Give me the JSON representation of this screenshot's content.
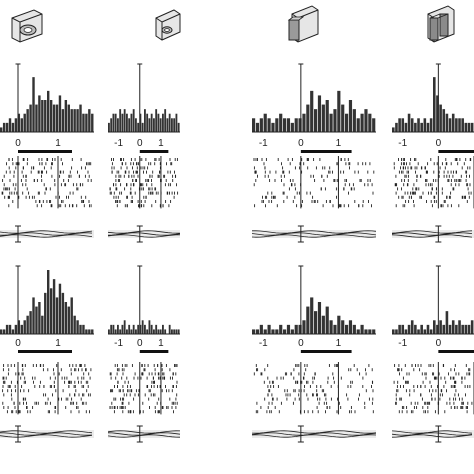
{
  "figure": {
    "objects": [
      {
        "icon": "ring-plate-object-icon"
      },
      {
        "icon": "small-ring-plate-object-icon"
      },
      {
        "icon": "box-plate-object-icon"
      },
      {
        "icon": "cylinder-frame-object-icon"
      }
    ]
  },
  "chart_data": [
    {
      "type": "bar",
      "row": 1,
      "column": 1,
      "x_ticks": [
        "0",
        "1"
      ],
      "xlim": [
        -0.45,
        1.9
      ],
      "values": [
        1,
        2,
        2,
        3,
        2,
        3,
        4,
        3,
        4,
        5,
        6,
        12,
        6,
        8,
        7,
        7,
        9,
        7,
        6,
        6,
        8,
        5,
        7,
        6,
        5,
        5,
        5,
        6,
        4,
        4,
        5,
        4
      ]
    },
    {
      "type": "bar",
      "row": 1,
      "column": 2,
      "x_ticks": [
        "-1",
        "0",
        "1"
      ],
      "xlim": [
        -1.5,
        1.9
      ],
      "values": [
        2,
        3,
        4,
        4,
        3,
        5,
        4,
        5,
        4,
        3,
        4,
        5,
        3,
        2,
        4,
        2,
        5,
        4,
        3,
        4,
        3,
        5,
        4,
        3,
        4,
        5,
        3,
        4,
        3,
        3,
        4,
        2
      ]
    },
    {
      "type": "bar",
      "row": 1,
      "column": 3,
      "x_ticks": [
        "-1",
        "0",
        "1"
      ],
      "xlim": [
        -1.3,
        2.0
      ],
      "values": [
        3,
        2,
        3,
        4,
        3,
        2,
        3,
        4,
        3,
        3,
        2,
        3,
        3,
        4,
        6,
        9,
        5,
        8,
        6,
        7,
        4,
        5,
        9,
        6,
        4,
        7,
        5,
        3,
        4,
        5,
        4,
        3
      ]
    },
    {
      "type": "bar",
      "row": 1,
      "column": 4,
      "x_ticks": [
        "-1",
        "0"
      ],
      "xlim": [
        -1.3,
        1.0
      ],
      "values": [
        1,
        2,
        3,
        3,
        2,
        4,
        3,
        2,
        3,
        2,
        3,
        2,
        3,
        12,
        8,
        6,
        5,
        4,
        3,
        4,
        3,
        3,
        3,
        2,
        2,
        2
      ]
    },
    {
      "type": "bar",
      "row": 2,
      "column": 1,
      "x_ticks": [
        "0",
        "1"
      ],
      "xlim": [
        -0.45,
        1.9
      ],
      "values": [
        1,
        1,
        2,
        2,
        1,
        2,
        3,
        2,
        3,
        4,
        5,
        8,
        6,
        7,
        4,
        9,
        14,
        10,
        12,
        8,
        11,
        9,
        7,
        6,
        8,
        4,
        3,
        2,
        2,
        1,
        1,
        1
      ]
    },
    {
      "type": "bar",
      "row": 2,
      "column": 2,
      "x_ticks": [
        "-1",
        "0",
        "1"
      ],
      "xlim": [
        -1.5,
        1.9
      ],
      "values": [
        1,
        2,
        2,
        1,
        2,
        1,
        2,
        3,
        1,
        2,
        1,
        2,
        1,
        2,
        2,
        3,
        2,
        1,
        3,
        2,
        1,
        2,
        1,
        1,
        2,
        1,
        0,
        2,
        1,
        1,
        1,
        1
      ]
    },
    {
      "type": "bar",
      "row": 2,
      "column": 3,
      "x_ticks": [
        "-1",
        "0",
        "1"
      ],
      "xlim": [
        -1.3,
        2.0
      ],
      "values": [
        1,
        1,
        2,
        1,
        2,
        1,
        1,
        2,
        1,
        2,
        1,
        2,
        2,
        3,
        6,
        8,
        5,
        7,
        4,
        6,
        3,
        2,
        4,
        3,
        2,
        3,
        2,
        1,
        2,
        1,
        1,
        1
      ]
    },
    {
      "type": "bar",
      "row": 2,
      "column": 4,
      "x_ticks": [
        "-1",
        "0"
      ],
      "xlim": [
        -1.3,
        1.0
      ],
      "values": [
        1,
        1,
        2,
        2,
        1,
        2,
        3,
        2,
        1,
        2,
        1,
        2,
        1,
        3,
        2,
        3,
        2,
        5,
        2,
        3,
        2,
        3,
        2,
        2,
        2,
        3
      ]
    }
  ],
  "colors": {
    "ink": "#222222",
    "bar": "#333333",
    "panel": "#dddddd"
  }
}
